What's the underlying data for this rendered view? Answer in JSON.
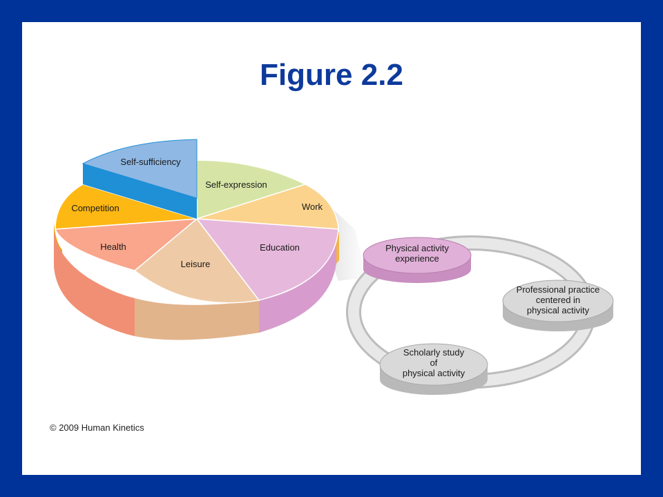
{
  "slide": {
    "title": "Figure 2.2",
    "copyright": "© 2009 Human Kinetics"
  },
  "pie": {
    "segments": [
      {
        "label": "Self-sufficiency",
        "color": "#8fb8e4",
        "side": "#1f8fd6"
      },
      {
        "label": "Self-expression",
        "color": "#d6e5a6",
        "side": "#c7d98f"
      },
      {
        "label": "Work",
        "color": "#fbd38c",
        "side": "#f3b541"
      },
      {
        "label": "Education",
        "color": "#e6b8dc",
        "side": "#d79ccd"
      },
      {
        "label": "Leisure",
        "color": "#efcaa6",
        "side": "#e2b48c"
      },
      {
        "label": "Health",
        "color": "#f9a68c",
        "side": "#f18f74"
      },
      {
        "label": "Competition",
        "color": "#fdb813",
        "side": "#f0a800"
      }
    ]
  },
  "cycle": {
    "nodes": [
      {
        "lines": [
          "Physical activity",
          "experience"
        ],
        "color": "#e0b0d8",
        "side": "#c98fc0"
      },
      {
        "lines": [
          "Professional practice",
          "centered in",
          "physical activity"
        ],
        "color": "#d9d9d9",
        "side": "#b9b9b9"
      },
      {
        "lines": [
          "Scholarly study",
          "of",
          "physical activity"
        ],
        "color": "#d9d9d9",
        "side": "#b9b9b9"
      }
    ]
  }
}
